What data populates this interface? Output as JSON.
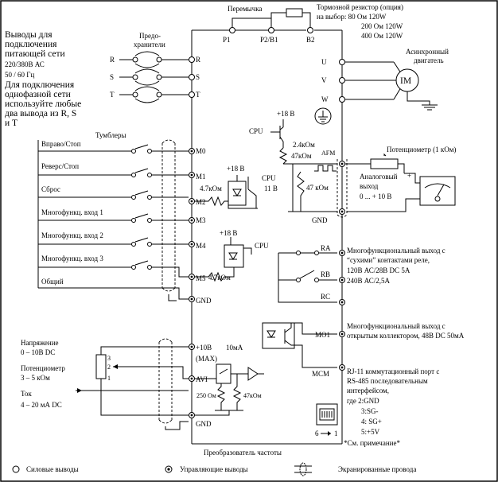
{
  "top": {
    "jumper": "Перемычка",
    "brake_resistor": "Тормозной резистор (опция)",
    "brake_choice": "на выбор: 80 Ом 120W",
    "brake_opt2": "200 Ом 120W",
    "brake_opt3": "400 Ом 120W",
    "p1": "P1",
    "p2b1": "P2/B1",
    "b2": "B2"
  },
  "power_input": {
    "title_1": "Выводы для",
    "title_2": "подключения",
    "title_3": "питающей сети",
    "voltage": "220/380В АС",
    "freq": "50 / 60 Гц",
    "note_1": "Для подключения",
    "note_2": "однофазной сети",
    "note_3": "используйте любые",
    "note_4": "два вывода из R, S",
    "note_5": "и T",
    "fuses_1": "Предо-",
    "fuses_2": "хранители",
    "r": "R",
    "s": "S",
    "t": "T"
  },
  "motor": {
    "label_1": "Асинхронный",
    "label_2": "двигатель",
    "im": "IM",
    "u": "U",
    "v": "V",
    "w": "W"
  },
  "inputs": {
    "switches": "Тумблеры",
    "fwd": "Вправо/Стоп",
    "rev": "Реверс/Стоп",
    "reset": "Сброс",
    "multi1": "Многофункц. вход 1",
    "multi2": "Многофункц. вход 2",
    "multi3": "Многофункц. вход 3",
    "common": "Общий",
    "m0": "M0",
    "m1": "M1",
    "m2": "M2",
    "m3": "M3",
    "m4": "M4",
    "m5": "M5",
    "gnd": "GND"
  },
  "cpu_block": {
    "cpu_label": "CPU",
    "plus18": "+18 В",
    "r47_a": "4.7кОм",
    "cpu_11v": "CPU",
    "v11": "11 В",
    "plus18_b": "+18 В",
    "cpu_b": "CPU",
    "r47_b": "4.7кОм"
  },
  "afm": {
    "plus18": "+18 В",
    "cpu": "CPU",
    "r24": "2.4кОм",
    "r47_1": "47кОм",
    "r47_2": "47 кОм",
    "afm": "AFM",
    "gnd": "GND",
    "pot": "Потенциометр (1 кОм)",
    "analog_1": "Аналоговый",
    "analog_2": "выход",
    "range": "0 ... + 10 В"
  },
  "relay": {
    "ra": "RA",
    "rb": "RB",
    "rc": "RC",
    "desc_1": "Многофункциональный выход с",
    "desc_2": "“сухими” контактами реле,",
    "desc_3": "120В АС/28В DC  5А",
    "desc_4": "240В АС/2,5А"
  },
  "mo1": {
    "mo1": "MO1",
    "mcm": "MCM",
    "desc_1": "Многофункциональный  выход  с",
    "desc_2": "открытым коллектором, 48В DC  50мА"
  },
  "analog_in": {
    "voltage_1": "Напряжение",
    "voltage_2": "0 – 10В DC",
    "pot_1": "Потенциометр",
    "pot_2": "3 – 5 кОм",
    "current_1": "Ток",
    "current_2": "4 – 20 мА DC",
    "plus10": "+10В",
    "ma10": "10мА",
    "max": "(MAX)",
    "avi": "AVI",
    "r250": "250 Ом",
    "r47": "47кОм",
    "gnd": "GND",
    "p1": "1",
    "p2": "2",
    "p3": "3"
  },
  "rj11": {
    "desc_1": "RJ-11 коммутационный порт с",
    "desc_2": "RS-485  последовательным",
    "desc_3": "интерфейсом,",
    "desc_4": "где 2:GND",
    "desc_5": "3:SG-",
    "desc_6": "4: SG+",
    "desc_7": "5:+5V",
    "pin6": "6",
    "pin1": "1",
    "note": "*См. примечание*"
  },
  "footer": {
    "converter": "Преобразователь частоты",
    "legend_power": "Силовые выводы",
    "legend_control": "Управляющие выводы",
    "legend_shield": "Экранированные провода"
  }
}
